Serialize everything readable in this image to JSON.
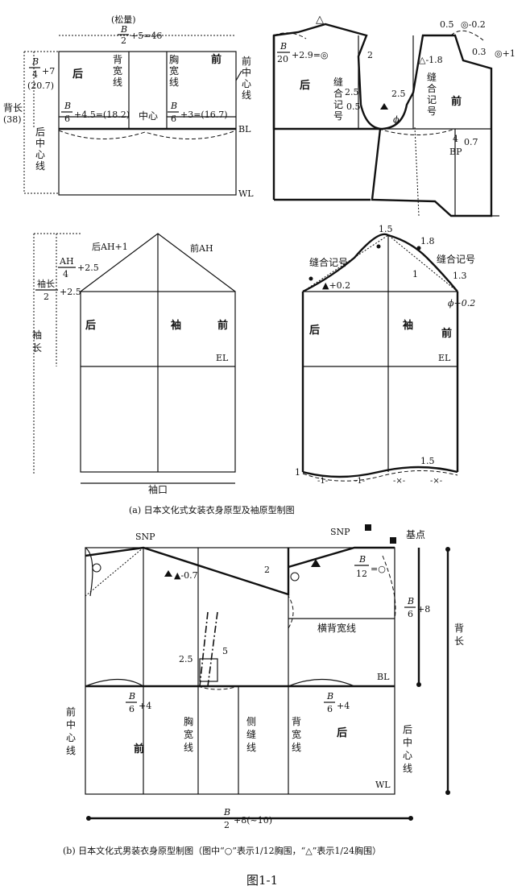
{
  "fig_a": {
    "top_dim": "(松量)",
    "b2": "+5=46",
    "b_frac": "B",
    "two": "2",
    "four": "4",
    "six": "6",
    "twenty": "20",
    "twelve": "12",
    "plus7": "+7",
    "p207": "(20.7)",
    "bk_len": "背长",
    "bk_len_val": "(38)",
    "plus45": "+4.5=(18.2)",
    "plus3": "+3=(16.7)",
    "hou": "后",
    "qian": "前",
    "bei_kuan": [
      "背",
      "宽",
      "线"
    ],
    "xiong_kuan": [
      "胸",
      "宽",
      "线"
    ],
    "zhongxin": "中心",
    "qian_zhongxin": [
      "前",
      "中",
      "心",
      "线"
    ],
    "hou_zhongxin": [
      "后",
      "中",
      "心",
      "线"
    ],
    "bl": "BL",
    "wl": "WL",
    "plus29": "+2.9=◎",
    "v2": "2",
    "v25": "2.5",
    "v05": "0.5",
    "phi": "ϕ",
    "tri_m18": "△-1.8",
    "tri": "△",
    "v05b": "0.5",
    "circ_m02": "◎-0.2",
    "circ_p1": "◎+1",
    "v03": "0.3",
    "v4": "4",
    "v07": "0.7",
    "bp": "BP",
    "fenghe": [
      "缝",
      "合",
      "记",
      "号"
    ],
    "hou_ah": "后AH+1",
    "qian_ah": "前AH",
    "ah": "AH",
    "plus25": "+2.5",
    "xiu_chang": "袖长",
    "xiu_chang_v": [
      "袖",
      "长"
    ],
    "xiu": "袖",
    "el": "EL",
    "xiu_kou": "袖口",
    "v15": "1.5",
    "v18": "1.8",
    "v1": "1",
    "v13": "1.3",
    "fenghe_h": "缝合记号",
    "tri_p02": "▲+0.2",
    "phi_p02": "ϕ+0.2",
    "v1b": "1",
    "v15b": "1.5",
    "dash_one": "-1-",
    "dash_star": "-×-",
    "caption_a": "(a) 日本文化式女装衣身原型及袖原型制图"
  },
  "fig_b": {
    "snp": "SNP",
    "jidian": "基点",
    "tri_m07": "▲-0.7",
    "b12": "=○",
    "plus8": "+8",
    "beichang": [
      "背",
      "长"
    ],
    "heng_bei": "横背宽线",
    "v25": "2.5",
    "v5": "5",
    "v2": "2",
    "plus4": "+4",
    "qian_zx": [
      "前",
      "中",
      "心",
      "线"
    ],
    "qian": "前",
    "xiong_kuan": [
      "胸",
      "宽",
      "线"
    ],
    "ce_feng": [
      "侧",
      "缝",
      "线"
    ],
    "bei_kuan": [
      "背",
      "宽",
      "线"
    ],
    "hou": "后",
    "hou_zx": [
      "后",
      "中",
      "心",
      "线"
    ],
    "bl": "BL",
    "wl": "WL",
    "b_bottom": "+8(~10)",
    "caption_b": "(b) 日本文化式男装衣身原型制图（图中“○”表示1/12胸围，“△”表示1/24胸围）"
  },
  "figure_label": "图1-1"
}
